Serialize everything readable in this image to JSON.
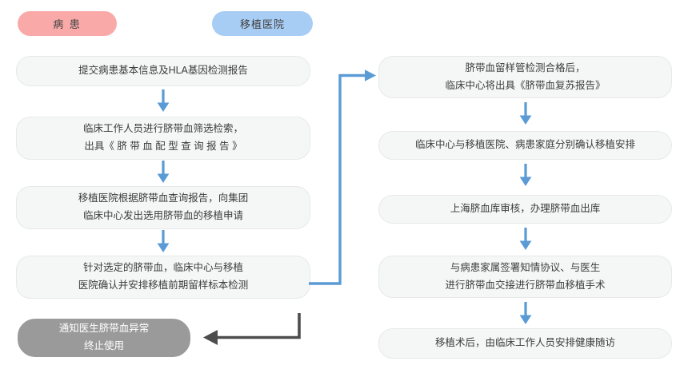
{
  "legend": {
    "patient": "病 患",
    "hospital": "移植医院"
  },
  "left_column": [
    {
      "name": "submit-info",
      "lines": [
        "提交病患基本信息及HLA基因检测报告"
      ],
      "spaced": false
    },
    {
      "name": "screening-search",
      "lines": [
        "临床工作人员进行脐带血筛选检索，",
        "出具《 脐 带 血 配 型 查 询 报 告 》"
      ],
      "spaced": false
    },
    {
      "name": "transplant-application",
      "lines": [
        "移植医院根据脐带血查询报告，向集团",
        "临床中心发出选用脐带血的移植申请"
      ],
      "spaced": false
    },
    {
      "name": "pre-transplant-sample-test",
      "lines": [
        "针对选定的脐带血，临床中心与移植",
        "医院确认并安排移植前期留样标本检测"
      ],
      "spaced": false
    }
  ],
  "terminal_box": {
    "name": "abnormal-terminate",
    "lines": [
      "通知医生脐带血异常",
      "终止使用"
    ]
  },
  "right_column": [
    {
      "name": "revival-report",
      "lines": [
        "脐带血留样管检测合格后，",
        "临床中心将出具《脐带血复苏报告》"
      ]
    },
    {
      "name": "confirm-arrangement",
      "lines": [
        "临床中心与移植医院、病患家庭分别确认移植安排"
      ]
    },
    {
      "name": "bank-review-release",
      "lines": [
        "上海脐血库审核，办理脐带血出库"
      ]
    },
    {
      "name": "consent-and-handover",
      "lines": [
        "与病患家属签署知情协议、与医生",
        "进行脐带血交接进行脐带血移植手术"
      ]
    },
    {
      "name": "post-op-follow-up",
      "lines": [
        "移植术后，由临床工作人员安排健康随访"
      ]
    }
  ],
  "connectors": {
    "down_arrow_icon": "arrow-down-icon",
    "right_arrow_icon": "arrow-right-icon",
    "left_arrow_icon": "arrow-left-icon",
    "flow_color": "#5b9bd5",
    "terminal_flow_color": "#4d4d4d"
  },
  "colors": {
    "patient_pill": "#f9aaa8",
    "hospital_pill": "#a8cdf4",
    "box_fill": "#f5f6f6",
    "box_border": "#e7e8e8",
    "terminal_fill": "#9a9a9a",
    "arrow_blue": "#5b9bd5",
    "arrow_dark": "#4d4d4d",
    "text": "#3c3c3c"
  }
}
